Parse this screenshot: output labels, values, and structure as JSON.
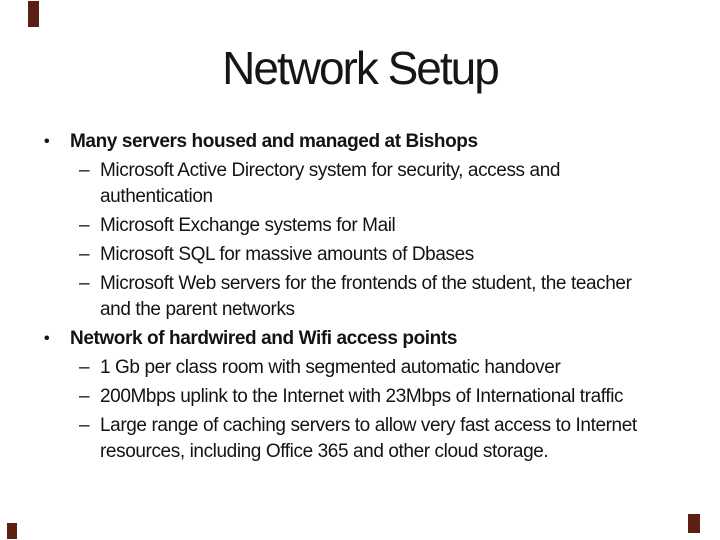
{
  "slide": {
    "title": "Network Setup",
    "markers": {
      "bullet_l1": "•",
      "bullet_l2": "–"
    },
    "bullets": [
      {
        "label": "Many servers housed and managed at Bishops",
        "children": [
          "Microsoft Active Directory system for security, access and\nauthentication",
          "Microsoft Exchange systems for Mail",
          "Microsoft SQL for massive amounts of Dbases",
          "Microsoft Web servers for the frontends of the student, the teacher\nand the parent networks"
        ]
      },
      {
        "label": "Network of hardwired and Wifi access points",
        "children": [
          "1 Gb per class room with segmented automatic handover",
          "200Mbps uplink to the Internet with 23Mbps of International traffic",
          "Large range of caching servers to allow very fast access to Internet\nresources, including Office 365 and other cloud storage."
        ]
      }
    ],
    "colors": {
      "background": "#ffffff",
      "text": "#131313",
      "accent_corner": "#5c2012"
    }
  }
}
